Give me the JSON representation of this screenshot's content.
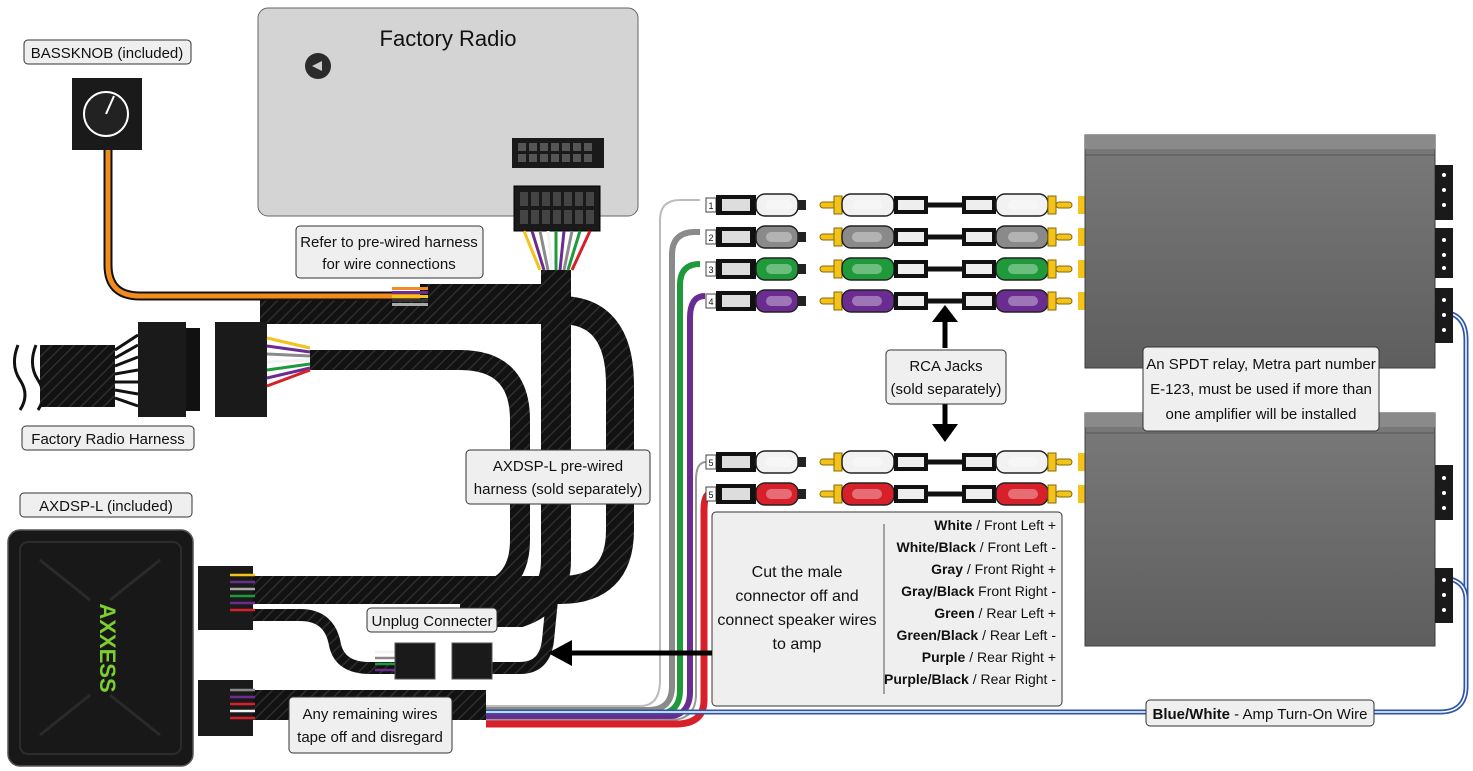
{
  "labels": {
    "bassknob": "BASSKNOB (included)",
    "factory_radio": "Factory Radio",
    "refer_line1": "Refer to pre-wired harness",
    "refer_line2": "for wire connections",
    "factory_radio_harness": "Factory Radio Harness",
    "axdsp_included": "AXDSP-L (included)",
    "prewired_line1": "AXDSP-L pre-wired",
    "prewired_line2": "harness (sold separately)",
    "unplug": "Unplug Connecter",
    "remaining_line1": "Any remaining wires",
    "remaining_line2": "tape off and disregard",
    "rca_line1": "RCA Jacks",
    "rca_line2": "(sold separately)",
    "relay_line1": "An SPDT relay, Metra part number",
    "relay_line2": "E-123, must be used if more than",
    "relay_line3": "one amplifier will be installed",
    "cut_line1": "Cut the male",
    "cut_line2": "connector off and",
    "cut_line3": "connect speaker wires",
    "cut_line4": "to amp",
    "turn_on_bold": "Blue/White",
    "turn_on_rest": " - Amp Turn-On Wire",
    "logo": "AXXESS"
  },
  "wire_legend": [
    {
      "bold": "White",
      "rest": " / Front Left +"
    },
    {
      "bold": "White/Black",
      "rest": " / Front Left -"
    },
    {
      "bold": "Gray",
      "rest": " / Front Right +"
    },
    {
      "bold": "Gray/Black",
      "rest": "  Front Right -"
    },
    {
      "bold": "Green",
      "rest": " / Rear Left +"
    },
    {
      "bold": "Green/Black",
      "rest": " / Rear Left -"
    },
    {
      "bold": "Purple",
      "rest": " / Rear Right +"
    },
    {
      "bold": "Purple/Black",
      "rest": " / Rear Right -"
    }
  ],
  "rca_channels": [
    "1",
    "2",
    "3",
    "4",
    "5",
    "5"
  ],
  "colors": {
    "white": "#f2f2f2",
    "gray": "#8a8a8a",
    "green": "#1e9a3a",
    "purple": "#6a2c91",
    "red": "#d8202a",
    "orange": "#f28c1e",
    "blue": "#2c56a8",
    "gold": "#f3c21b",
    "amp": "#6b6b6b",
    "harness": "#151515"
  }
}
